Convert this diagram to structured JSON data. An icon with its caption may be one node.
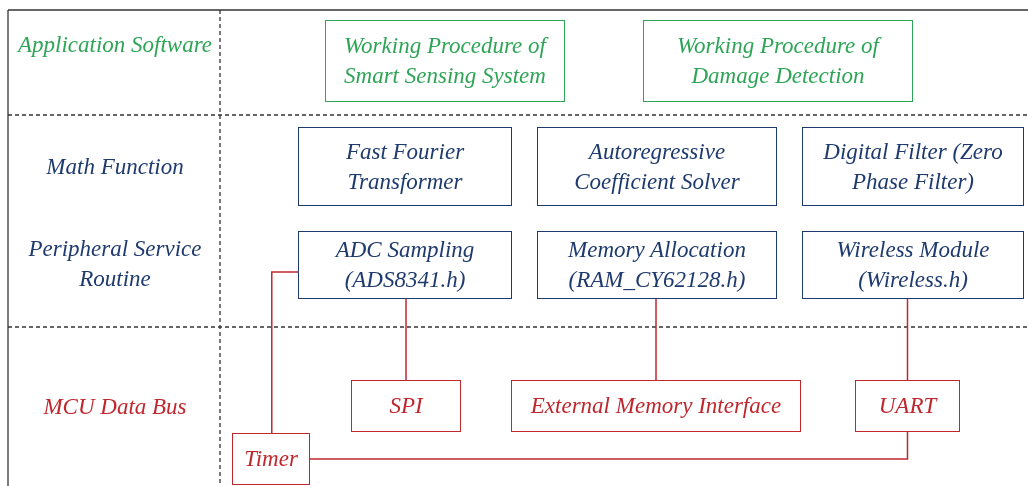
{
  "diagram": {
    "nodes": [
      {
        "text": [
          "Working Procedure of Smart Sensing System"
        ]
      },
      {
        "text": [
          "Working Procedure of Damage Detection"
        ]
      },
      {
        "text": [
          "Fast Fourier Transformer"
        ]
      },
      {
        "text": [
          "Autoregressive Coefficient Solver"
        ]
      },
      {
        "text": [
          "Digital Filter (Zero Phase Filter)"
        ]
      },
      {
        "text": [
          "ADC Sampling (ADS8341.h)"
        ]
      },
      {
        "text": [
          "Memory Allocation (RAM_CY62128.h)"
        ]
      },
      {
        "text": [
          "Wireless Module (Wireless.h)"
        ]
      },
      {
        "text": [
          "SPI"
        ]
      },
      {
        "text": [
          "External Memory Interface"
        ]
      },
      {
        "text": [
          "UART"
        ]
      },
      {
        "text": [
          "Timer"
        ]
      }
    ],
    "edges": [
      {
        "from": 5,
        "to": 8,
        "arrow": "none"
      },
      {
        "from": 6,
        "to": 9,
        "arrow": "none"
      },
      {
        "from": 7,
        "to": 10,
        "arrow": "none"
      },
      {
        "from": 11,
        "to": 5,
        "arrow": "none"
      },
      {
        "from": 11,
        "to": 10,
        "arrow": "none"
      }
    ],
    "labels": [
      "Application Software",
      "Math Function",
      "Peripheral Service Routine",
      "MCU Data Bus"
    ]
  }
}
